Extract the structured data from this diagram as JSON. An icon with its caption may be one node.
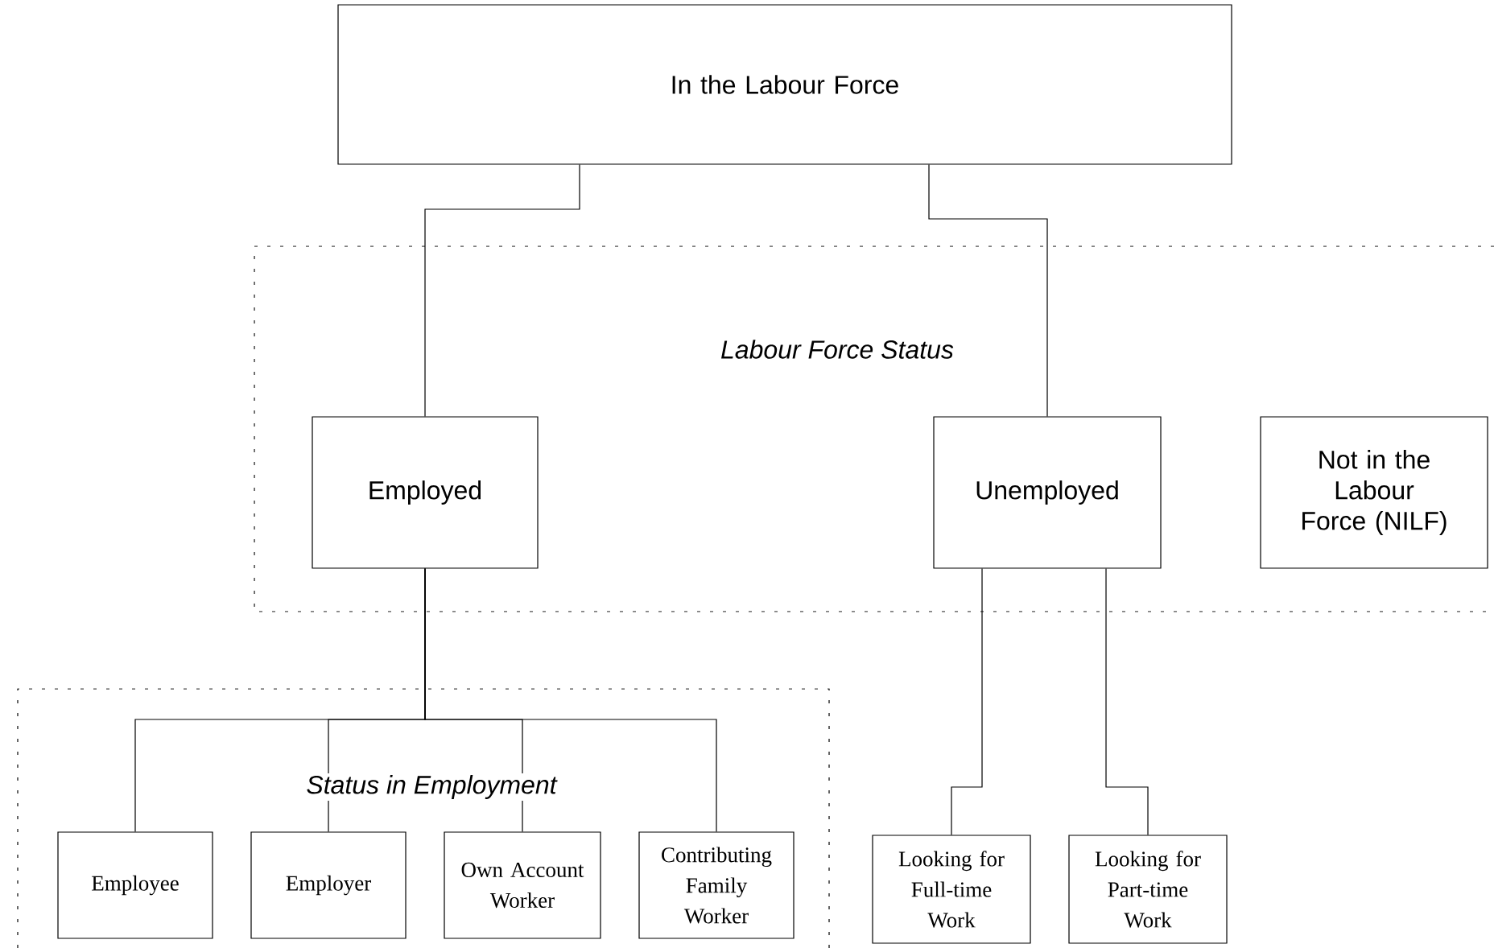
{
  "diagram": {
    "nodes": [
      {
        "text": [
          "In the Labour Force"
        ]
      },
      {
        "text": [
          "Labour Force Status"
        ]
      },
      {
        "text": [
          "Employed"
        ],
        "in": 1
      },
      {
        "text": [
          "Unemployed"
        ],
        "in": 1
      },
      {
        "text": [
          "Not in the Labour Force (NILF)"
        ],
        "in": 1
      },
      {
        "text": [
          "Status in Employment"
        ]
      },
      {
        "text": [
          "Employee"
        ],
        "in": 5
      },
      {
        "text": [
          "Employer"
        ],
        "in": 5
      },
      {
        "text": [
          "Own Account Worker"
        ],
        "in": 5
      },
      {
        "text": [
          "Contributing Family Worker"
        ],
        "in": 5
      },
      {
        "text": [
          "Looking for Full-time Work"
        ]
      },
      {
        "text": [
          "Looking for Part-time Work"
        ]
      }
    ],
    "edges": [
      {
        "from": 0,
        "to": 2,
        "arrow": "none"
      },
      {
        "from": 0,
        "to": 3,
        "arrow": "none"
      },
      {
        "from": 2,
        "to": 6,
        "arrow": "none"
      },
      {
        "from": 2,
        "to": 7,
        "arrow": "none"
      },
      {
        "from": 2,
        "to": 8,
        "arrow": "none"
      },
      {
        "from": 2,
        "to": 9,
        "arrow": "none"
      },
      {
        "from": 3,
        "to": 10,
        "arrow": "none"
      },
      {
        "from": 3,
        "to": 11,
        "arrow": "none"
      }
    ]
  }
}
